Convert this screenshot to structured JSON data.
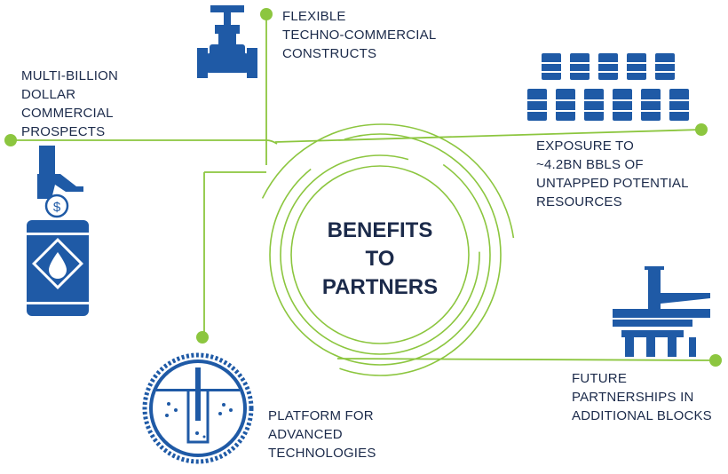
{
  "center_title": [
    "BENEFITS",
    "TO",
    "PARTNERS"
  ],
  "benefits": [
    {
      "lines": [
        "FLEXIBLE",
        "TECHNO-COMMERCIAL",
        "CONSTRUCTS"
      ],
      "icon": "valve-icon"
    },
    {
      "lines": [
        "MULTI-BILLION",
        "DOLLAR",
        "COMMERCIAL",
        "PROSPECTS"
      ],
      "icon": "hand-coin-barrel-icon"
    },
    {
      "lines": [
        "EXPOSURE TO",
        "~4.2BN BBLS OF",
        "UNTAPPED POTENTIAL",
        "RESOURCES"
      ],
      "icon": "barrels-icon"
    },
    {
      "lines": [
        "FUTURE",
        "PARTNERSHIPS IN",
        "ADDITIONAL BLOCKS"
      ],
      "icon": "offshore-rig-icon"
    },
    {
      "lines": [
        "PLATFORM FOR",
        "ADVANCED",
        "TECHNOLOGIES"
      ],
      "icon": "drill-gear-icon"
    }
  ],
  "colors": {
    "accent_green": "#8cc63f",
    "icon_blue": "#1f5aa6",
    "text_navy": "#1b2a4a"
  }
}
